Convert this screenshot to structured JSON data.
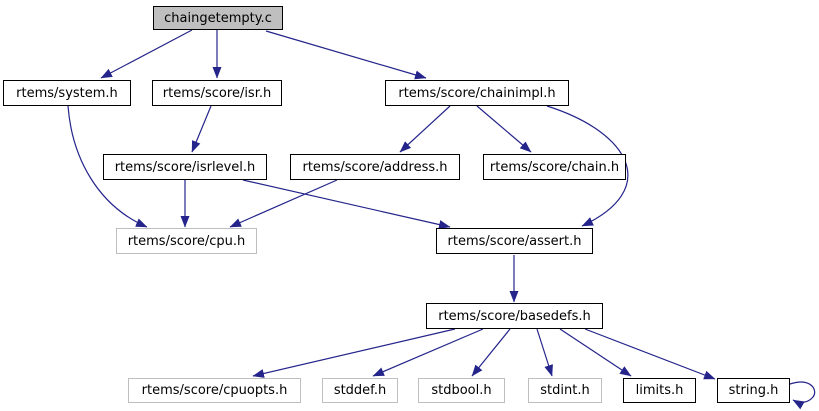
{
  "graph": {
    "colors": {
      "edge": "#24248B",
      "node_border": "#000000",
      "undocumented_node_border": "#BEBEBE",
      "node_fill": "#FFFFFF",
      "title_node_fill": "#BFBFBF"
    },
    "nodes": {
      "chaingetempty_c": {
        "label": "chaingetempty.c"
      },
      "rtems_system_h": {
        "label": "rtems/system.h"
      },
      "rtems_score_isr_h": {
        "label": "rtems/score/isr.h"
      },
      "rtems_score_chainimpl_h": {
        "label": "rtems/score/chainimpl.h"
      },
      "rtems_score_isrlevel_h": {
        "label": "rtems/score/isrlevel.h"
      },
      "rtems_score_address_h": {
        "label": "rtems/score/address.h"
      },
      "rtems_score_chain_h": {
        "label": "rtems/score/chain.h"
      },
      "rtems_score_cpu_h": {
        "label": "rtems/score/cpu.h"
      },
      "rtems_score_assert_h": {
        "label": "rtems/score/assert.h"
      },
      "rtems_score_basedefs_h": {
        "label": "rtems/score/basedefs.h"
      },
      "rtems_score_cpuopts_h": {
        "label": "rtems/score/cpuopts.h"
      },
      "stddef_h": {
        "label": "stddef.h"
      },
      "stdbool_h": {
        "label": "stdbool.h"
      },
      "stdint_h": {
        "label": "stdint.h"
      },
      "limits_h": {
        "label": "limits.h"
      },
      "string_h": {
        "label": "string.h"
      }
    },
    "edges": [
      {
        "from": "chaingetempty.c",
        "to": "rtems/system.h"
      },
      {
        "from": "chaingetempty.c",
        "to": "rtems/score/isr.h"
      },
      {
        "from": "chaingetempty.c",
        "to": "rtems/score/chainimpl.h"
      },
      {
        "from": "rtems/system.h",
        "to": "rtems/score/cpu.h"
      },
      {
        "from": "rtems/score/isr.h",
        "to": "rtems/score/isrlevel.h"
      },
      {
        "from": "rtems/score/chainimpl.h",
        "to": "rtems/score/address.h"
      },
      {
        "from": "rtems/score/chainimpl.h",
        "to": "rtems/score/chain.h"
      },
      {
        "from": "rtems/score/chainimpl.h",
        "to": "rtems/score/assert.h"
      },
      {
        "from": "rtems/score/isrlevel.h",
        "to": "rtems/score/cpu.h"
      },
      {
        "from": "rtems/score/isrlevel.h",
        "to": "rtems/score/assert.h"
      },
      {
        "from": "rtems/score/address.h",
        "to": "rtems/score/cpu.h"
      },
      {
        "from": "rtems/score/assert.h",
        "to": "rtems/score/basedefs.h"
      },
      {
        "from": "rtems/score/basedefs.h",
        "to": "rtems/score/cpuopts.h"
      },
      {
        "from": "rtems/score/basedefs.h",
        "to": "stddef.h"
      },
      {
        "from": "rtems/score/basedefs.h",
        "to": "stdbool.h"
      },
      {
        "from": "rtems/score/basedefs.h",
        "to": "stdint.h"
      },
      {
        "from": "rtems/score/basedefs.h",
        "to": "limits.h"
      },
      {
        "from": "rtems/score/basedefs.h",
        "to": "string.h"
      },
      {
        "from": "string.h",
        "to": "string.h"
      }
    ]
  }
}
